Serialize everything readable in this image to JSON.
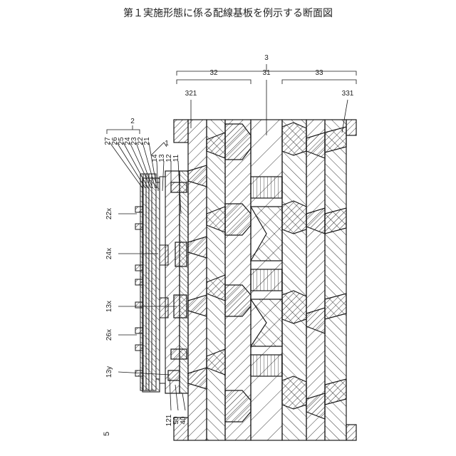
{
  "title": "第１実施形態に係る配線基板を例示する断面図",
  "figure_number": "5",
  "colors": {
    "line": "#1a1a1a",
    "hatch": "#333333",
    "paper": "#ffffff"
  },
  "labels": {
    "l3": "3",
    "l32": "32",
    "l31": "31",
    "l33": "33",
    "l321": "321",
    "l331": "331",
    "l2": "2",
    "l1": "1",
    "l27": "27",
    "l26": "26",
    "l25": "25",
    "l24": "24",
    "l23": "23",
    "l22": "22",
    "l21": "21",
    "l14": "14",
    "l13": "13",
    "l12": "12",
    "l11": "11",
    "l22x": "22x",
    "l24x": "24x",
    "l13x": "13x",
    "l26x": "26x",
    "l13y": "13y",
    "l121": "121",
    "l50": "50",
    "l40": "40"
  }
}
